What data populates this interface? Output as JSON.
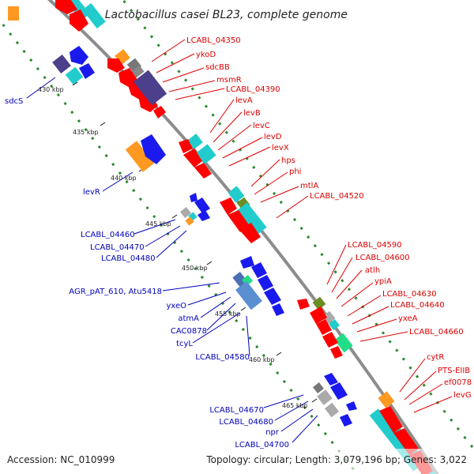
{
  "title": "Lactobacillus casei BL23, complete genome",
  "accession": "Accession: NC_010999",
  "topology": "Topology: circular; Length: 3,079,196 bp; Genes: 3,022",
  "colors": {
    "backbone": "#8c8c8c",
    "forward_text": "#dd0000",
    "reverse_text": "#0000bb",
    "orf_dots": "#2a8a2a",
    "forward_gene": "#ff0000",
    "reverse_gene": "#1a1aee",
    "rna": "#22cccc",
    "orange": "#ff9922",
    "purple": "#4c3f8c",
    "grey": "#aaaaaa",
    "olive": "#6b8e23",
    "green": "#22dd88"
  },
  "ticks": [
    "430 kbp",
    "435 kbp",
    "440 kbp",
    "445 kbp",
    "450 kbp",
    "455 kbp",
    "460 kbp",
    "465 kbp"
  ],
  "forward_labels": [
    "LCABL_04350",
    "ykoD",
    "sdcBB",
    "msmR",
    "LCABL_04390",
    "levA",
    "levB",
    "levC",
    "levD",
    "levX",
    "hps",
    "phi",
    "mtlA",
    "LCABL_04520",
    "LCABL_04590",
    "LCABL_04600",
    "atlh",
    "ypiA",
    "LCABL_04630",
    "LCABL_04640",
    "yxeA",
    "LCABL_04660",
    "cytR",
    "PTS-EIIB",
    "ef0078",
    "levG"
  ],
  "reverse_labels": [
    "sdcS",
    "levR",
    "LCABL_04460",
    "LCABL_04470",
    "LCABL_04480",
    "AGR_pAT_610, Atu5418",
    "yxeO",
    "atmA",
    "CAC0878",
    "tcyL",
    "LCABL_04580",
    "LCABL_04670",
    "LCABL_04680",
    "npr",
    "LCABL_04700"
  ]
}
